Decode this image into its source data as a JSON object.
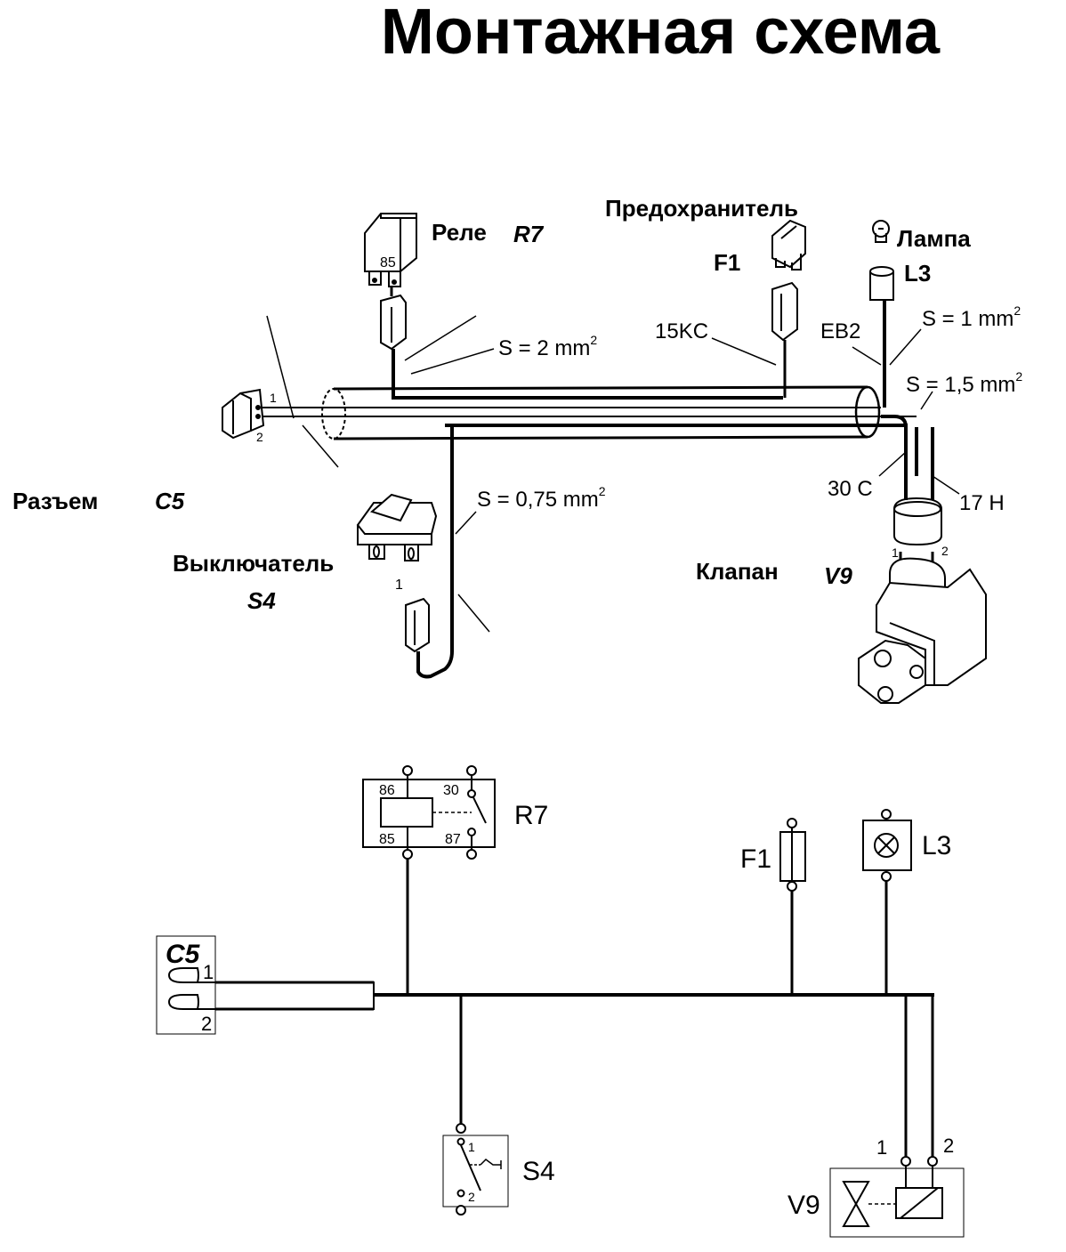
{
  "title": "Монтажная схема",
  "assembly": {
    "relay": {
      "word": "Реле",
      "code": "R7",
      "pin": "85"
    },
    "fuse": {
      "word": "Предохранитель",
      "code": "F1",
      "wire_code": "15KC"
    },
    "lamp": {
      "word": "Лампа",
      "code": "L3",
      "wire_code": "EB2"
    },
    "connector": {
      "word": "Разъем",
      "code": "C5",
      "pin1": "1",
      "pin2": "2"
    },
    "switch": {
      "word": "Выключатель",
      "code": "S4",
      "pin": "1"
    },
    "valve": {
      "word": "Клапан",
      "code": "V9",
      "pin1": "1",
      "pin2": "2",
      "wire_a": "30 C",
      "wire_b": "17 H"
    },
    "wire_sections": {
      "relay": "S = 2 mm",
      "lamp": "S = 1 mm",
      "valve": "S = 1,5 mm",
      "switch": "S = 0,75 mm",
      "superscript": "2"
    }
  },
  "schematic": {
    "relay": {
      "code": "R7",
      "pin_86": "86",
      "pin_30": "30",
      "pin_85": "85",
      "pin_87": "87"
    },
    "fuse": {
      "code": "F1"
    },
    "lamp": {
      "code": "L3"
    },
    "connector": {
      "code": "C5",
      "pin1": "1",
      "pin2": "2"
    },
    "switch": {
      "code": "S4",
      "pin1": "1",
      "pin2": "2"
    },
    "valve": {
      "code": "V9",
      "pin1": "1",
      "pin2": "2"
    }
  },
  "colors": {
    "ink": "#000000",
    "background": "#ffffff"
  },
  "icons": [
    "relay-icon",
    "fuse-icon",
    "lamp-bulb-icon",
    "lamp-socket-icon",
    "connector-plug-icon",
    "rocker-switch-icon",
    "solenoid-valve-icon",
    "crossed-lamp-symbol",
    "valve-symbol",
    "coil-symbol"
  ]
}
